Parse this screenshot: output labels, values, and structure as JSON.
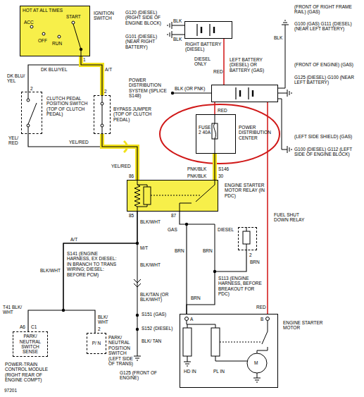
{
  "diagram": {
    "nodes": [
      {
        "text": [
          "HOT AT ALL TIMES",
          "IGNITION SWITCH"
        ]
      },
      {
        "text": [
          "RIGHT BATTERY (DIESEL)"
        ]
      },
      {
        "text": [
          "LEFT BATTERY (DIESEL) OR BATTERY (GAS)"
        ]
      },
      {
        "text": [
          "CLUTCH PEDAL POSITION SWITCH (TOP OF CLUTCH PEDAL)"
        ]
      },
      {
        "text": [
          "BYPASS JUMPER (TOP OF CLUTCH PEDAL)"
        ]
      },
      {
        "text": [
          "FUSE 2 40A",
          "POWER DISTRIBUTION CENTER"
        ]
      },
      {
        "text": [
          "ENGINE STARTER MOTOR RELAY (IN PDC)"
        ]
      },
      {
        "text": [
          "FUEL SHUT DOWN RELAY"
        ]
      },
      {
        "text": [
          "ENGINE STARTER MOTOR"
        ]
      },
      {
        "text": [
          "PARK/ NEUTRAL SWITCH SENSE",
          "POWER-TRAIN CONTROL MODULE (RIGHT REAR OF ENGINE COMPT)"
        ]
      },
      {
        "text": [
          "P/ N",
          "PARK/ NEUTRAL POSITION SWITCH (LEFT SIDE OF TRANS)"
        ]
      }
    ],
    "edges": [
      {
        "from": 0,
        "to": 3,
        "arrow": "none"
      },
      {
        "from": 0,
        "to": 4,
        "arrow": "none"
      },
      {
        "from": 1,
        "to": 2,
        "arrow": "none"
      },
      {
        "from": 2,
        "to": 5,
        "arrow": "none"
      },
      {
        "from": 2,
        "to": 8,
        "arrow": "none"
      },
      {
        "from": 3,
        "to": 6,
        "arrow": "none"
      },
      {
        "from": 4,
        "to": 6,
        "arrow": "none"
      },
      {
        "from": 5,
        "to": 6,
        "arrow": "none"
      },
      {
        "from": 6,
        "to": 9,
        "arrow": "none"
      },
      {
        "from": 6,
        "to": 10,
        "arrow": "none"
      },
      {
        "from": 6,
        "to": 8,
        "arrow": "none"
      },
      {
        "from": 7,
        "to": 8,
        "arrow": "none"
      }
    ],
    "labels": [
      "ACC",
      "OFF",
      "RUN",
      "START",
      "1",
      "DK BLU/YEL",
      "A/T",
      "DK BLU/ YEL",
      "2",
      "2",
      "YEL/ RED",
      "YEL/RED",
      "YEL/RED",
      "G120 (DIESEL) (RIGHT SIDE OF ENGINE BLOCK)",
      "BLK",
      "G101 (DIESEL) (NEAR RIGHT BATTERY)",
      "BLK",
      "(FRONT OF RIGHT FRAME RAIL) (GAS)",
      "BLK",
      "G100 (GAS) G111 (DIESEL) (NEAR LEFT BATTERY)",
      "RED",
      "DIESEL ONLY",
      "POWER DISTRIBUTION SYSTEM (SPLICE S148)",
      "BLK (OR PNK)",
      "(FRONT OF ENGINE) (GAS)",
      "G125 (DIESEL) G100 (NEAR LEFT BATTERY)",
      "RED",
      "(LEFT SIDE SHIELD) (GAS)",
      "G100 (DIESEL) G112 (LEFT SIDE OF ENGINE BLOCK)",
      "PNK/BLK",
      "S146",
      "PNK/BLK",
      "30",
      "86",
      "85",
      "87",
      "BLK/WHT",
      "GAS",
      "DIESEL",
      "BRN",
      "BRN",
      "2",
      "BRN",
      "S113 (ENGINE HARNESS, BEFORE BREAKOUT FOR PDC)",
      "BRN",
      "RED",
      "A/T",
      "M/T",
      "BLK/WHT",
      "S141 (ENGINE HARNESS, EX DIESEL: IN BRANCH TO TRANS WIRING; DIESEL: BEFORE PCM)",
      "BLK/WHT",
      "BLK/TAN (OR BLK/WHT)",
      "S151 (GAS)",
      "S152 (DIESEL)",
      "BLK/ TAN",
      "G125 (FRONT OF ENGINE)",
      "T41 BLK/ WHT",
      "A6",
      "C1",
      "BLK/ WHT",
      "2",
      "A",
      "B",
      "HD IN",
      "PL IN",
      "M",
      "97201"
    ]
  }
}
